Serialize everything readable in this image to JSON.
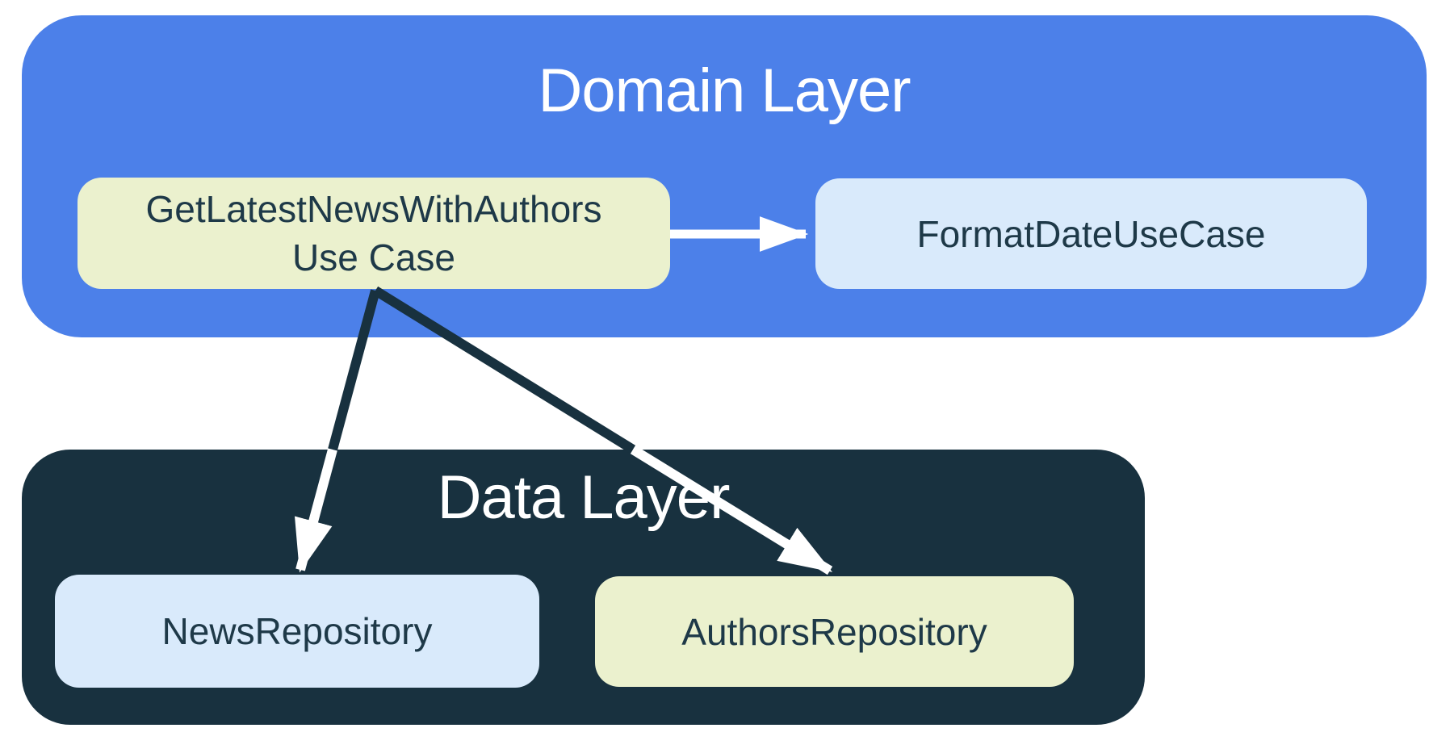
{
  "diagram": {
    "colors": {
      "domain_layer_bg": "#4C80E9",
      "data_layer_bg": "#18313F",
      "lime_box_bg": "#EBF1CE",
      "light_blue_box_bg": "#D9EAFB",
      "box_text": "#1E3948",
      "layer_title_text": "#FFFFFF",
      "arrow_on_light": "#18313F",
      "arrow_on_dark": "#FFFFFF"
    },
    "domain_layer": {
      "title": "Domain Layer",
      "use_case_box": {
        "line1": "GetLatestNewsWithAuthors",
        "line2": "Use Case"
      },
      "format_date_box": {
        "label": "FormatDateUseCase"
      }
    },
    "data_layer": {
      "title": "Data Layer",
      "news_repository_box": {
        "label": "NewsRepository"
      },
      "authors_repository_box": {
        "label": "AuthorsRepository"
      }
    },
    "arrows": [
      {
        "from": "GetLatestNewsWithAuthors Use Case",
        "to": "FormatDateUseCase"
      },
      {
        "from": "GetLatestNewsWithAuthors Use Case",
        "to": "NewsRepository"
      },
      {
        "from": "GetLatestNewsWithAuthors Use Case",
        "to": "AuthorsRepository"
      }
    ]
  }
}
